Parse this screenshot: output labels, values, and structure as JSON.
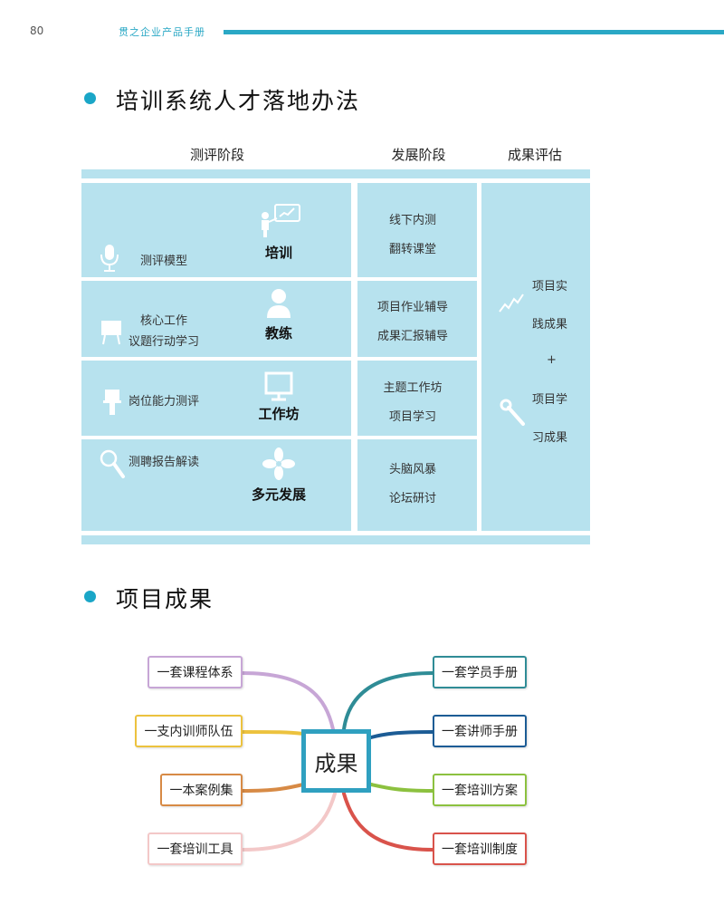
{
  "header": {
    "page_number": "80",
    "brand": "贯之企业产品手册"
  },
  "section1": {
    "title": "培训系统人才落地办法",
    "columns": [
      "测评阶段",
      "发展阶段",
      "成果评估"
    ],
    "rows": [
      {
        "assessment": "测评模型",
        "assessment_icon": "microphone-icon",
        "method": "培训",
        "method_icon": "presenter-icon",
        "development": [
          "线下内测",
          "翻转课堂"
        ]
      },
      {
        "assessment_lines": [
          "核心工作",
          "议题行动学习"
        ],
        "assessment_icon": "easel-icon",
        "method": "教练",
        "method_icon": "person-icon",
        "development": [
          "项目作业辅导",
          "成果汇报辅导"
        ]
      },
      {
        "assessment": "岗位能力测评",
        "assessment_icon": "brush-icon",
        "method": "工作坊",
        "method_icon": "monitor-icon",
        "development": [
          "主题工作坊",
          "项目学习"
        ]
      },
      {
        "assessment": "测聘报告解读",
        "assessment_icon": "magnifier-icon",
        "method": "多元发展",
        "method_icon": "fan-icon",
        "development": [
          "头脑风暴",
          "论坛研讨"
        ]
      }
    ],
    "evaluation": {
      "part1": [
        "项目实",
        "践成果"
      ],
      "plus": "+",
      "part2": [
        "项目学",
        "习成果"
      ],
      "icons": [
        "trend-chart-icon",
        "wrench-icon"
      ]
    }
  },
  "section2": {
    "title": "项目成果",
    "center": "成果",
    "left_items": [
      {
        "label": "一套课程体系",
        "color": "#c7a6d6"
      },
      {
        "label": "一支内训师队伍",
        "color": "#ecc23e"
      },
      {
        "label": "一本案例集",
        "color": "#d78a45"
      },
      {
        "label": "一套培训工具",
        "color": "#f3c8c8"
      }
    ],
    "right_items": [
      {
        "label": "一套学员手册",
        "color": "#2f8c96"
      },
      {
        "label": "一套讲师手册",
        "color": "#1c5c95"
      },
      {
        "label": "一套培训方案",
        "color": "#8cc13f"
      },
      {
        "label": "一套培训制度",
        "color": "#d9534b"
      }
    ]
  }
}
